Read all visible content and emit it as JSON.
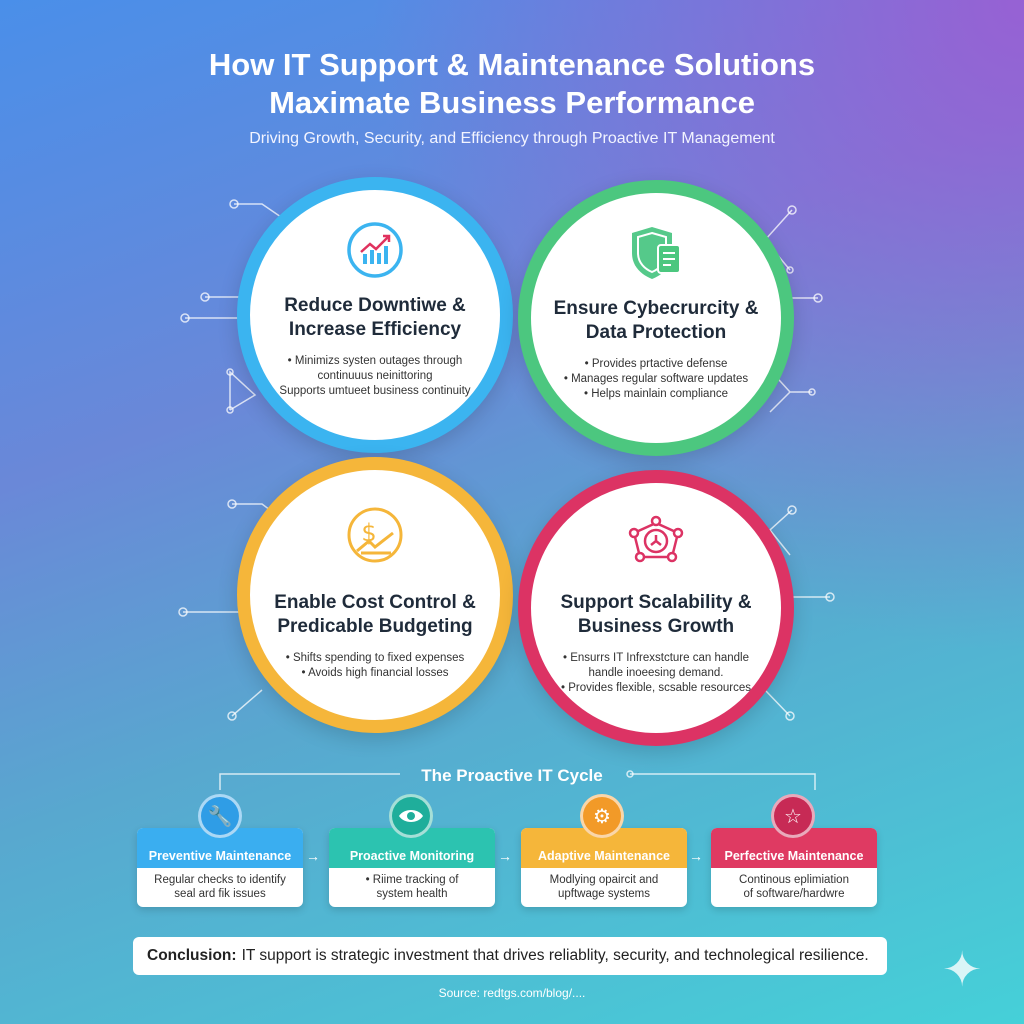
{
  "header": {
    "title_line1": "How IT Support & Maintenance Solutions",
    "title_line2": "Maximate Business Performance",
    "subtitle": "Driving Growth, Security, and Efficiency through Proactive IT Management"
  },
  "benefits": [
    {
      "title": "Reduce Downtiwe & Increase Efficiency",
      "bullets": [
        "• Minimizs systen outages through",
        "continuuus neinittoring",
        "Supports umtueet business continuity"
      ],
      "color": "#3bb4f0",
      "icon": "chart-gauge-icon"
    },
    {
      "title": "Ensure Cybecrurcity & Data Protection",
      "bullets": [
        "• Provides prtactive defense",
        "• Manages regular software updates",
        "• Helps mainlain compliance"
      ],
      "color": "#4cc77f",
      "icon": "shield-document-icon"
    },
    {
      "title": "Enable Cost Control & Predicable Budgeting",
      "bullets": [
        "• Shifts spending to fixed expenses",
        "• Avoids high financial losses"
      ],
      "color": "#f5b63a",
      "icon": "dollar-chart-icon"
    },
    {
      "title": "Support Scalability & Business Growth",
      "bullets": [
        "• Ensurrs IT Infrexstcture can handle",
        "handle inoeesing demand.",
        "• Provides flexible, scsable resources"
      ],
      "color": "#dc3364",
      "icon": "network-nodes-icon"
    }
  ],
  "cycle": {
    "title": "The Proactive IT Cycle",
    "steps": [
      {
        "label": "Preventive Maintenance",
        "desc1": "Regular checks to identify",
        "desc2": "seal ard fik issues",
        "color": "#3aaef0",
        "icon": "wrench-icon"
      },
      {
        "label": "Proactive Monitoring",
        "desc1": "• Riime tracking of",
        "desc2": "system health",
        "color": "#2cc3b0",
        "icon": "eye-icon"
      },
      {
        "label": "Adaptive Maintenance",
        "desc1": "Modlying opaircit and",
        "desc2": "upftwage systems",
        "color": "#f5b63a",
        "icon": "gear-icon"
      },
      {
        "label": "Perfective Maintenance",
        "desc1": "Continous eplimiation",
        "desc2": "of software/hardwre",
        "color": "#df3a62",
        "icon": "star-icon"
      }
    ]
  },
  "conclusion": {
    "label": "Conclusion:",
    "text": "IT support is strategic investment that drives reliablity, security, and technolegical resilience."
  },
  "source": "Source: redtgs.com/blog/...."
}
